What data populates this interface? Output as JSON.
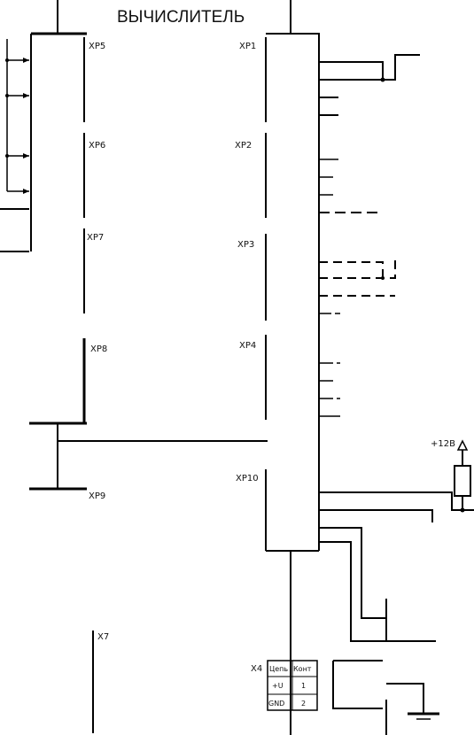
{
  "title": "ВЫЧИСЛИТЕЛЬ",
  "connectors": {
    "xp1": "XP1",
    "xp2": "XP2",
    "xp3": "XP3",
    "xp4": "XP4",
    "xp5": "XP5",
    "xp6": "XP6",
    "xp7": "XP7",
    "xp8": "XP8",
    "xp9": "XP9",
    "xp10": "XP10",
    "x7": "X7",
    "x4": "X4"
  },
  "supply_label": "+12В",
  "x4_table": {
    "headers": [
      "Цепь",
      "Конт"
    ],
    "rows": [
      [
        "+U",
        "1"
      ],
      [
        "GND",
        "2"
      ]
    ]
  },
  "colors": {
    "ink": "#000000",
    "background": "#ffffff"
  }
}
